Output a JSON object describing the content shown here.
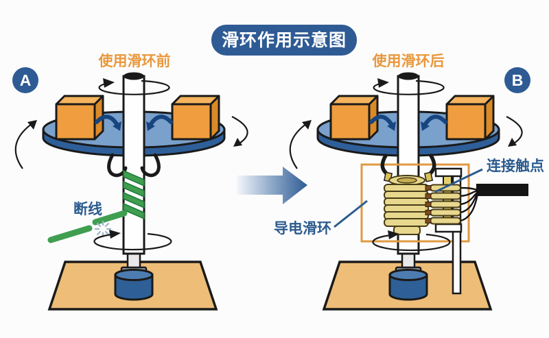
{
  "title": "滑环作用示意图",
  "panel_a": {
    "badge": "A",
    "caption": "使用滑环前",
    "broken_wire_label": "断线"
  },
  "panel_b": {
    "badge": "B",
    "caption": "使用滑环后",
    "slip_ring_label": "导电滑环",
    "contacts_label": "连接触点"
  },
  "colors": {
    "title_bg": "#2e5b94",
    "caption_orange": "#e9973b",
    "label_blue": "#2b5b8e",
    "platform_top": "#7aa0cc",
    "platform_rim": "#2e5f99",
    "box_orange": "#ef9d3e",
    "wire_green": "#3f9e50",
    "ring_gold": "#e8d88e",
    "base_tan": "#eebd77",
    "highlight_box": "#e09a40",
    "transition_arrow": "#2e5b94"
  }
}
